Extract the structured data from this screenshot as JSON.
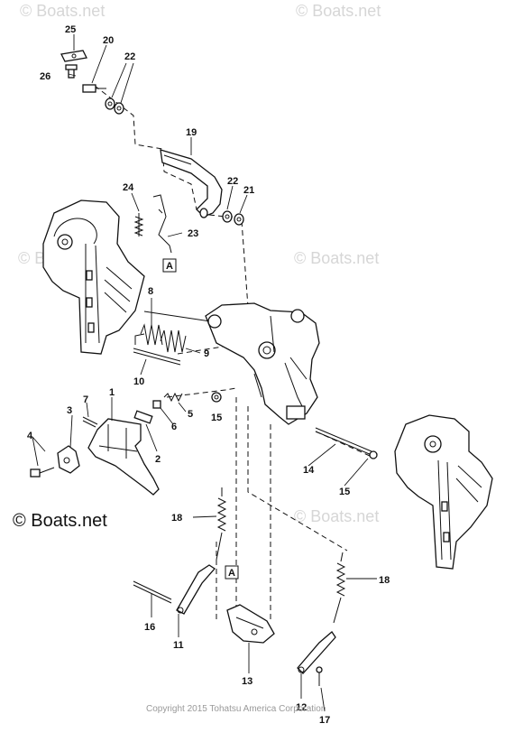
{
  "watermarks": {
    "top_left": "© Boats.net",
    "top_right": "© Boats.net",
    "middle_left": "© Boats.net",
    "middle_right": "© Boats.net",
    "lower_right": "© Boats.net",
    "dark": "© Boats.net"
  },
  "copyright": "Copyright 2015 Tohatsu America Corporation",
  "reference_marker": "A",
  "part_numbers": {
    "p1": "1",
    "p2": "2",
    "p3": "3",
    "p4": "4",
    "p5": "5",
    "p6": "6",
    "p7": "7",
    "p8": "8",
    "p9": "9",
    "p10": "10",
    "p11": "11",
    "p12": "12",
    "p13": "13",
    "p14": "14",
    "p15a": "15",
    "p15b": "15",
    "p16": "16",
    "p17": "17",
    "p18a": "18",
    "p18b": "18",
    "p19": "19",
    "p20": "20",
    "p21": "21",
    "p22a": "22",
    "p22b": "22",
    "p23": "23",
    "p24": "24",
    "p25": "25",
    "p26": "26"
  }
}
